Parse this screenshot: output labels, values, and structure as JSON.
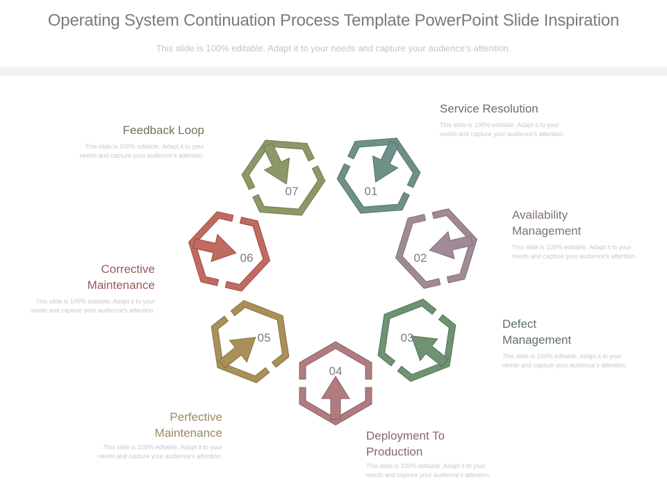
{
  "slide": {
    "title": "Operating System Continuation Process Template PowerPoint Slide Inspiration",
    "subtitle": "This slide is 100% editable. Adapt it to your needs and capture your audience's attention."
  },
  "steps": [
    {
      "number": "01",
      "title": "Service Resolution",
      "description": "This slide is 100% editable. Adapt it to your needs and capture your audience's attention.",
      "color": "#6f9088",
      "title_color": "#6b6b6b"
    },
    {
      "number": "02",
      "title": "Availability Management",
      "title_line1": "Availability",
      "title_line2": "Management",
      "description": "This slide is 100% editable. Adapt it to your needs and capture your audience's attention.",
      "color": "#a08a96",
      "title_color": "#7e6f76"
    },
    {
      "number": "03",
      "title": "Defect Management",
      "title_line1": "Defect",
      "title_line2": "Management",
      "description": "This slide is 100% editable. Adapt it to your needs and capture your audience's attention.",
      "color": "#6e9272",
      "title_color": "#5c7260"
    },
    {
      "number": "04",
      "title": "Deployment To Production",
      "title_line1": "Deployment To",
      "title_line2": "Production",
      "description": "This slide is 100% editable. Adapt it to your needs and capture your audience's attention.",
      "color": "#b07c80",
      "title_color": "#8a6468"
    },
    {
      "number": "05",
      "title": "Perfective Maintenance",
      "title_line1": "Perfective",
      "title_line2": "Maintenance",
      "description": "This slide is 100% editable. Adapt it to your needs and capture your audience's attention.",
      "color": "#a89058",
      "title_color": "#9a8a5e"
    },
    {
      "number": "06",
      "title": "Corrective Maintenance",
      "title_line1": "Corrective",
      "title_line2": "Maintenance",
      "description": "This slide is 100% editable. Adapt it to your needs and capture your audience's attention.",
      "color": "#c06a60",
      "title_color": "#9a5a56"
    },
    {
      "number": "07",
      "title": "Feedback Loop",
      "description": "This slide is 100% editable. Adapt it to your needs and capture your audience's attention.",
      "color": "#8c9868",
      "title_color": "#6e7258"
    }
  ]
}
